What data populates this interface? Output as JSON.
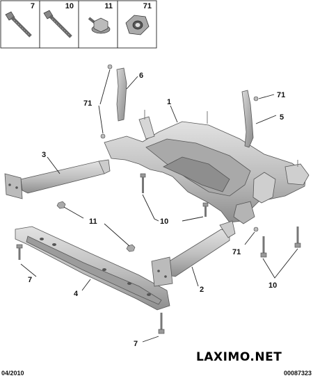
{
  "header_parts": [
    {
      "ref": "7",
      "icon": "bolt-icon"
    },
    {
      "ref": "10",
      "icon": "long-bolt-icon"
    },
    {
      "ref": "11",
      "icon": "flange-nut-icon"
    },
    {
      "ref": "71",
      "icon": "locknut-icon"
    }
  ],
  "callouts": {
    "c1": "1",
    "c2": "2",
    "c3": "3",
    "c4": "4",
    "c5": "5",
    "c6": "6",
    "c7_left": "7",
    "c7_bottom": "7",
    "c10_center": "10",
    "c10_right": "10",
    "c11": "11",
    "c71_left": "71",
    "c71_right": "71",
    "c71_bottom": "71"
  },
  "footer": {
    "brand": "LAXIMO.NET",
    "date": "04/2010",
    "diagram_number": "00087323"
  },
  "colors": {
    "part_fill": "#c8c8c8",
    "part_shade": "#9a9a9a",
    "part_dark": "#6e6e6e",
    "line": "#222222"
  }
}
